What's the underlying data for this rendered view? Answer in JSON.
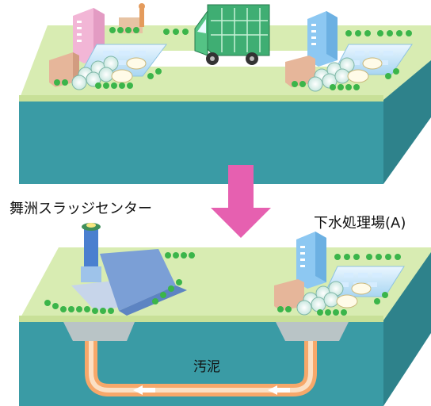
{
  "labels": {
    "sludge_center": "舞洲スラッジセンター",
    "treatment_plant": "下水処理場(A)",
    "sludge": "汚泥"
  },
  "colors": {
    "ground_top": "#d8ecb2",
    "ground_front": "#c8e098",
    "water_front": "#3a9ba5",
    "water_side": "#2e828b",
    "arrow": "#e660b0",
    "pipe": "#f7a86a",
    "pipe_inner": "#fbe0c4",
    "truck": "#3fae73"
  },
  "icons": {
    "transition": "down-arrow-icon",
    "flow": "left-arrow-icon",
    "vehicle": "truck-icon",
    "incinerator": "chimney-icon"
  }
}
